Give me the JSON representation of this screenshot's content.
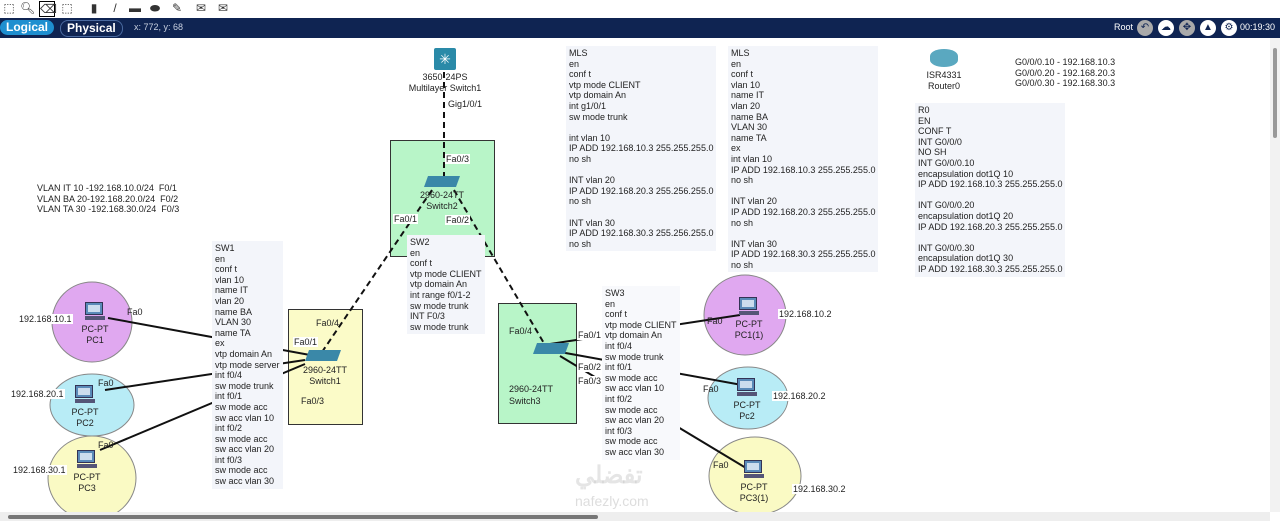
{
  "toolbar": {
    "icons": [
      "select-icon",
      "zoom-icon",
      "delete-icon",
      "resize-icon",
      "note-icon",
      "line-icon",
      "rectangle-icon",
      "ellipse-icon",
      "freeform-icon",
      "simple-pdu-icon",
      "complex-pdu-icon"
    ]
  },
  "navbar": {
    "logical": "Logical",
    "physical": "Physical",
    "coords": "x: 772, y: 68",
    "root": "Root",
    "time": "00:19:30"
  },
  "devices": {
    "mls": {
      "model": "3650-24PS",
      "name": "Multilayer Switch1",
      "port": "Gig1/0/1"
    },
    "sw2": {
      "model": "2960-24TT",
      "name": "Switch2",
      "p3": "Fa0/3",
      "p1": "Fa0/1",
      "p2": "Fa0/2"
    },
    "sw1": {
      "model": "2960-24TT",
      "name": "Switch1",
      "p4": "Fa0/4",
      "p1": "Fa0/1",
      "p3": "Fa0/3"
    },
    "sw3": {
      "model": "2960-24TT",
      "name": "Switch3",
      "p4": "Fa0/4",
      "p1": "Fa0/1",
      "p2": "Fa0/2",
      "p3": "Fa0/3"
    },
    "router": {
      "model": "ISR4331",
      "name": "Router0"
    },
    "pcs": [
      {
        "type": "PC-PT",
        "name": "PC1",
        "ip": "192.168.10.1",
        "port": "Fa0"
      },
      {
        "type": "PC-PT",
        "name": "PC2",
        "ip": "192.168.20.1",
        "port": "Fa0"
      },
      {
        "type": "PC-PT",
        "name": "PC3",
        "ip": "192.168.30.1",
        "port": "Fa0"
      },
      {
        "type": "PC-PT",
        "name": "PC1(1)",
        "ip": "192.168.10.2",
        "port": "Fa0"
      },
      {
        "type": "PC-PT",
        "name": "Pc2",
        "ip": "192.168.20.2",
        "port": "Fa0"
      },
      {
        "type": "PC-PT",
        "name": "PC3(1)",
        "ip": "192.168.30.2",
        "port": "Fa0"
      }
    ]
  },
  "notes": {
    "vlans": "VLAN IT 10 -192.168.10.0/24  F0/1\nVLAN BA 20-192.168.20.0/24  F0/2\nVLAN TA 30 -192.168.30.0/24  F0/3",
    "sw1": "SW1\nen\nconf t\nvlan 10\nname IT\nvlan 20\nname BA\nVLAN 30\nname TA\nex\nvtp domain An\nvtp mode server\nint f0/4\nsw mode trunk\nint f0/1\nsw mode acc\nsw acc vlan 10\nint f0/2\nsw mode acc\nsw acc vlan 20\nint f0/3\nsw mode acc\nsw acc vlan 30",
    "sw2": "SW2\nen\nconf t\nvtp mode CLIENT\nvtp domain An\nint range f0/1-2\nsw mode trunk\nINT F0/3\nsw mode trunk",
    "sw3": "SW3\nen\nconf t\nvtp mode CLIENT\nvtp domain An\nint f0/4\nsw mode trunk\nint f0/1\nsw mode acc\nsw acc vlan 10\nint f0/2\nsw mode acc\nsw acc vlan 20\nint f0/3\nsw mode acc\nsw acc vlan 30",
    "mls1": "MLS\nen\nconf t\nvtp mode CLIENT\nvtp domain An\nint g1/0/1\nsw mode trunk\n\nint vlan 10\nIP ADD 192.168.10.3 255.255.255.0\nno sh\n\nINT vlan 20\nIP ADD 192.168.20.3 255.256.255.0\nno sh\n\nINT vlan 30\nIP ADD 192.168.30.3 255.256.255.0\nno sh",
    "mls2": "MLS\nen\nconf t\nvlan 10\nname IT\nvlan 20\nname BA\nVLAN 30\nname TA\nex\nint vlan 10\nIP ADD 192.168.10.3 255.255.255.0\nno sh\n\nINT vlan 20\nIP ADD 192.168.20.3 255.255.255.0\nno sh\n\nINT vlan 30\nIP ADD 192.168.30.3 255.255.255.0\nno sh",
    "subifs": "G0/0/0.10 - 192.168.10.3\nG0/0/0.20 - 192.168.20.3\nG0/0/0.30 - 192.168.30.3",
    "r0": "R0\nEN\nCONF T\nINT G0/0/0\nNO SH\nINT G0/0/0.10\nencapsulation dot1Q 10\nIP ADD 192.168.10.3 255.255.255.0\n\nINT G0/0/0.20\nencapsulation dot1Q 20\nIP ADD 192.168.20.3 255.255.255.0\n\nINT G0/0/0.30\nencapsulation dot1Q 30\nIP ADD 192.168.30.3 255.255.255.0"
  },
  "watermark": "nafezly.com",
  "colors": {
    "navbar": "#0f2452",
    "logical_tab": "#1e8fd0",
    "green_area": "#b8f5c8",
    "yellow_area": "#fbfbc8",
    "purple": "#e0a8f0",
    "cyan": "#b8ecf6",
    "lightyellow": "#fafac4"
  }
}
